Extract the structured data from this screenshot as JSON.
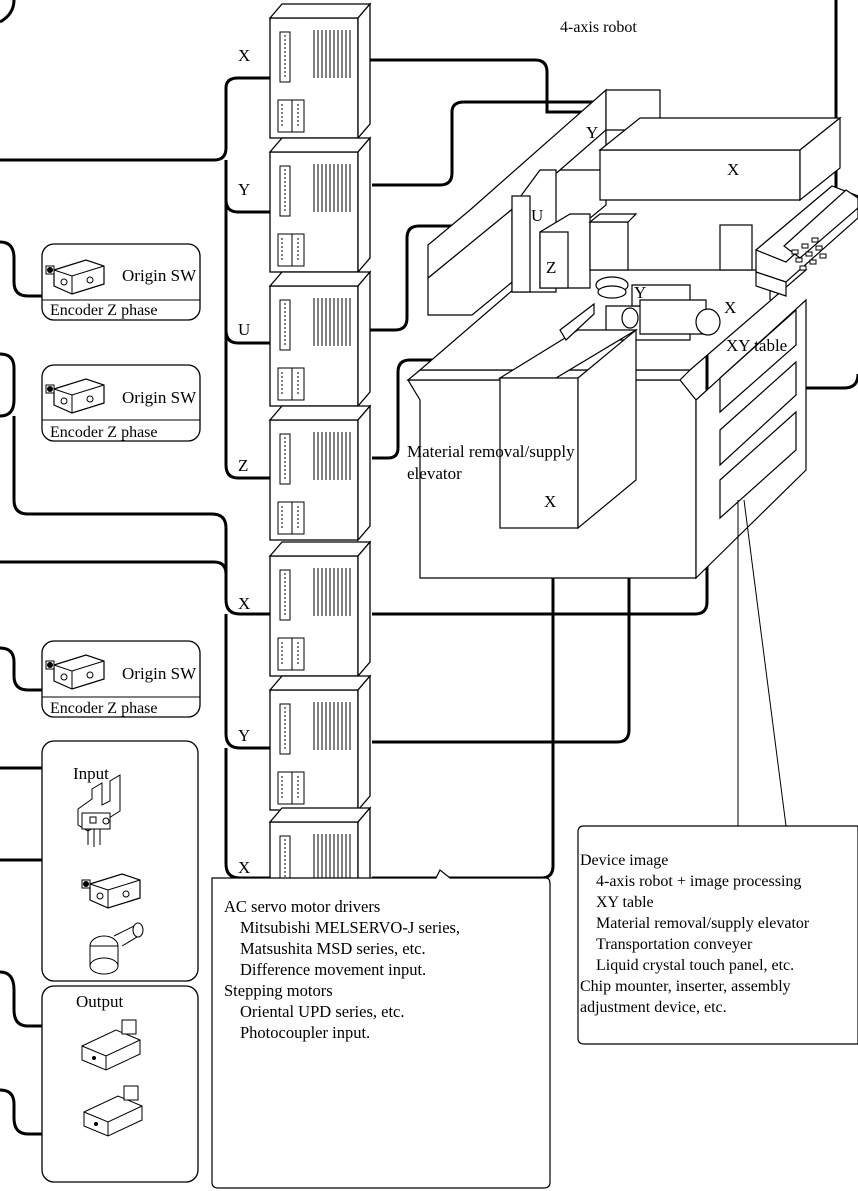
{
  "labels": {
    "robot_title": "4-axis robot",
    "robot_x": "X",
    "robot_y": "Y",
    "robot_u": "U",
    "robot_z": "Z",
    "table_y": "Y",
    "table_x": "X",
    "xy_table": "XY table",
    "elevator_line1": "Material removal/supply",
    "elevator_line2": "elevator",
    "elevator_x": "X"
  },
  "driver_axes": [
    "X",
    "Y",
    "U",
    "Z",
    "X",
    "Y",
    "X"
  ],
  "sensors": [
    {
      "line1": "Origin SW",
      "line2": "Encoder Z phase"
    },
    {
      "line1": "Origin SW",
      "line2": "Encoder Z phase"
    },
    {
      "line1": "Origin SW",
      "line2": "Encoder Z phase"
    }
  ],
  "io": {
    "input_title": "Input",
    "output_title": "Output"
  },
  "driver_note": {
    "lines": [
      "AC servo motor drivers",
      "Mitsubishi    MELSERVO-J series,",
      "Matsushita    MSD series, etc.",
      "Difference movement input.",
      "Stepping motors",
      "Oriental    UPD series, etc.",
      "Photocoupler input."
    ]
  },
  "device_note": {
    "lines": [
      "Device image",
      "4-axis robot + image processing",
      "XY table",
      "Material removal/supply elevator",
      "Transportation conveyer",
      "Liquid crystal touch panel, etc.",
      "Chip mounter, inserter, assembly",
      "adjustment device, etc."
    ]
  }
}
